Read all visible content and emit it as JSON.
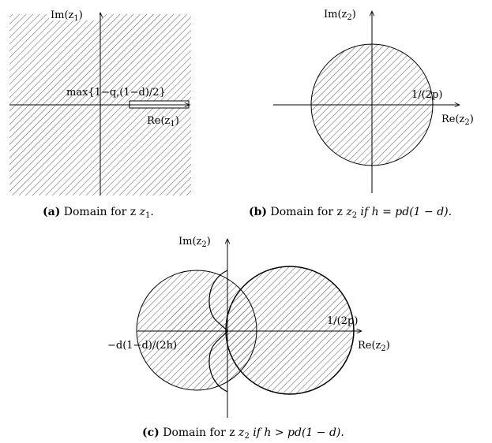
{
  "panel_a": {
    "label_im": "Im(z",
    "label_im_sub": "1",
    "label_re": "Re(z",
    "label_re_sub": "1",
    "annotation": "max{1−q,(1−d)/2}",
    "caption_tag": "(a)",
    "caption_text": "Domain for z",
    "caption_sub": "1"
  },
  "panel_b": {
    "label_im": "Im(z",
    "label_im_sub": "2",
    "label_re": "Re(z",
    "label_re_sub": "2",
    "annotation": "1/(2p)",
    "caption_tag": "(b)",
    "caption_text": "Domain for z",
    "caption_sub": "2",
    "caption_cond": "if h = pd(1 − d)."
  },
  "panel_c": {
    "label_im": "Im(z",
    "label_im_sub": "2",
    "label_re": "Re(z",
    "label_re_sub": "2",
    "annotation_right": "1/(2p)",
    "annotation_left": "−d(1−d)/(2h)",
    "caption_tag": "(c)",
    "caption_text": "Domain for z",
    "caption_sub": "2",
    "caption_cond": "if h > pd(1 − d)."
  },
  "colors": {
    "ink": "#000000",
    "hatch": "#555555",
    "background": "#ffffff"
  }
}
